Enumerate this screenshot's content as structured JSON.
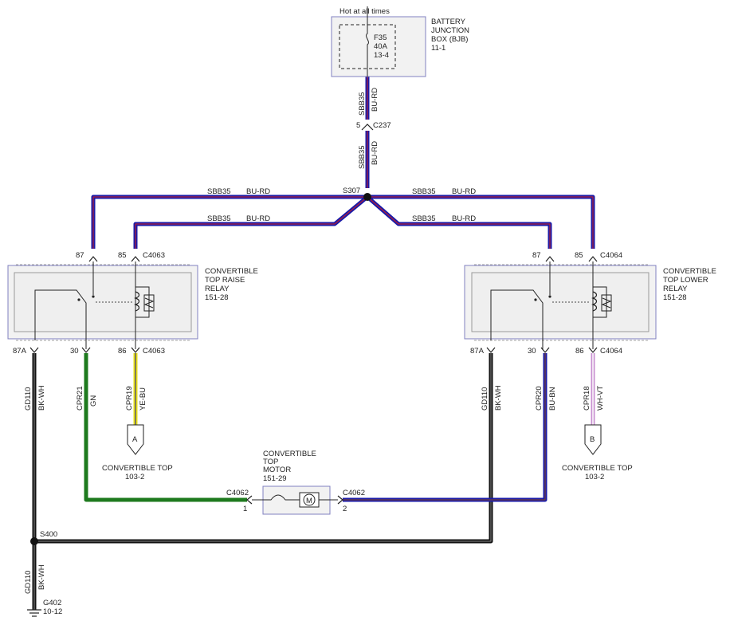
{
  "bjb": {
    "hot_label": "Hot at all times",
    "name_lines": [
      "BATTERY",
      "JUNCTION",
      "BOX (BJB)",
      "11-1"
    ],
    "fuse_lines": [
      "F35",
      "40A",
      "13-4"
    ]
  },
  "feed": {
    "circuit": "SBB35",
    "color": "BU-RD",
    "connector": "C237",
    "connector_pin": "5",
    "splice": "S307"
  },
  "raise_relay": {
    "name_lines": [
      "CONVERTIBLE",
      "TOP RAISE",
      "RELAY",
      "151-28"
    ],
    "connector": "C4063",
    "pins": {
      "p87": "87",
      "p85": "85",
      "p87a": "87A",
      "p30": "30",
      "p86": "86"
    }
  },
  "lower_relay": {
    "name_lines": [
      "CONVERTIBLE",
      "TOP LOWER",
      "RELAY",
      "151-28"
    ],
    "connector": "C4064",
    "pins": {
      "p87": "87",
      "p85": "85",
      "p87a": "87A",
      "p30": "30",
      "p86": "86"
    }
  },
  "wires": {
    "gd110": {
      "circuit": "GD110",
      "color": "BK-WH"
    },
    "cpr21": {
      "circuit": "CPR21",
      "color": "GN"
    },
    "cpr19": {
      "circuit": "CPR19",
      "color": "YE-BU"
    },
    "cpr20": {
      "circuit": "CPR20",
      "color": "BU-BN"
    },
    "cpr18": {
      "circuit": "CPR18",
      "color": "WH-VT"
    }
  },
  "refs": {
    "a": {
      "letter": "A",
      "name": "CONVERTIBLE TOP",
      "page": "103-2"
    },
    "b": {
      "letter": "B",
      "name": "CONVERTIBLE TOP",
      "page": "103-2"
    }
  },
  "motor": {
    "name_lines": [
      "CONVERTIBLE",
      "TOP",
      "MOTOR",
      "151-29"
    ],
    "symbol": "M",
    "connector": "C4062",
    "pin1": "1",
    "pin2": "2"
  },
  "ground": {
    "splice": "S400",
    "ground": "G402",
    "page": "10-12"
  },
  "colors": {
    "bu_rd_main": "#1a1aa8",
    "bu_rd_tracer": "#d02020",
    "black": "#111111",
    "bk_wh_tracer": "#888888",
    "green": "#1e7a1e",
    "yellow": "#e8e010",
    "blue": "#1a1aa8",
    "violet": "#c890d0",
    "box_stroke": "#8080c0"
  }
}
